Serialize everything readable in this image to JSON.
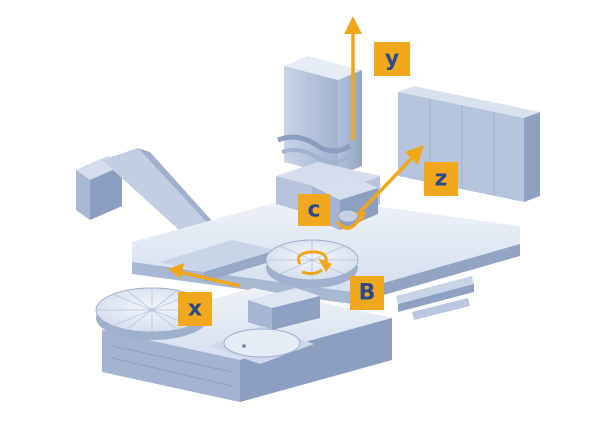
{
  "axes": [
    {
      "id": "y",
      "label": "y"
    },
    {
      "id": "z",
      "label": "z"
    },
    {
      "id": "c",
      "label": "c"
    },
    {
      "id": "b",
      "label": "B"
    },
    {
      "id": "x",
      "label": "x"
    }
  ],
  "colors": {
    "accent": "#f2a81d",
    "arrow": "#f0a81a",
    "machine_light": "#e2e9f4",
    "machine_mid": "#bcc9df",
    "machine_dark": "#98a8c6",
    "label_text": "#2a4a8a"
  }
}
